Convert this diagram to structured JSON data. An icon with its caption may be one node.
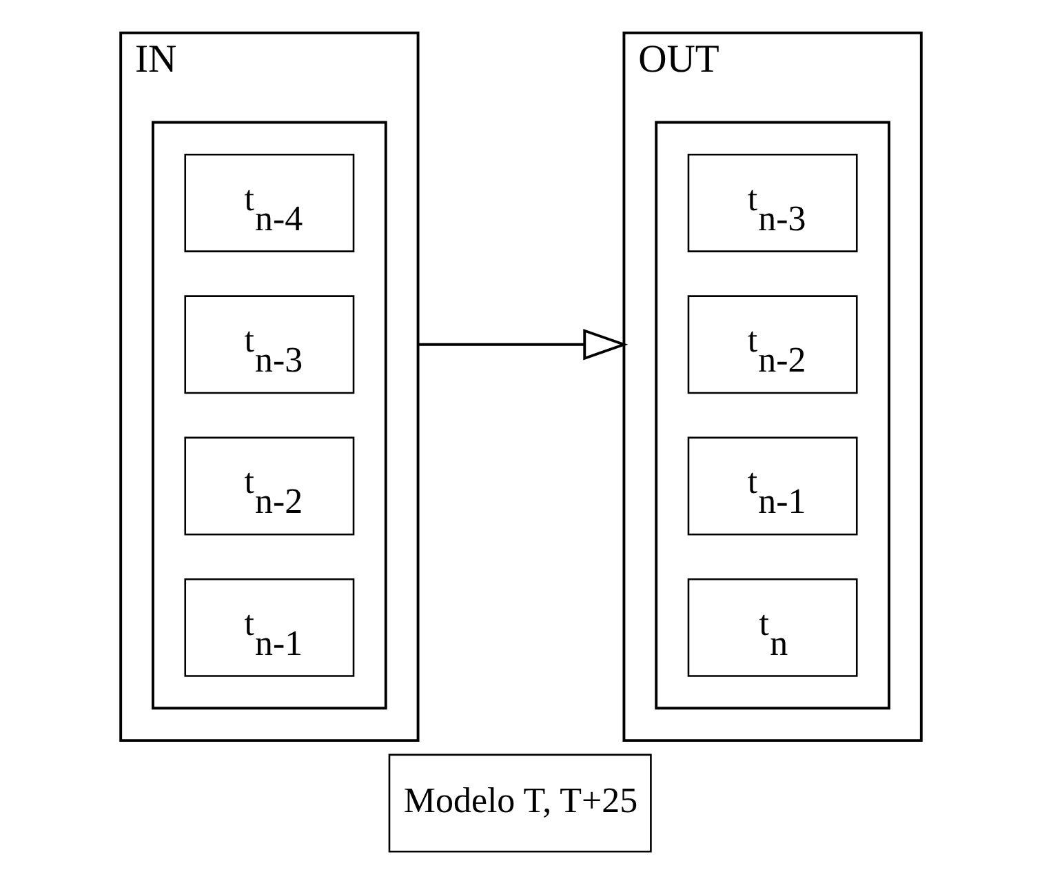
{
  "diagram": {
    "nodes": [
      {
        "text": [
          "IN"
        ]
      },
      {
        "text": [],
        "shape": "box",
        "in": 0
      },
      {
        "text": [
          "t$_{n-4}$"
        ],
        "in": 1
      },
      {
        "text": [
          "t$_{n-3}$"
        ],
        "in": 1
      },
      {
        "text": [
          "t$_{n-2}$"
        ],
        "in": 1
      },
      {
        "text": [
          "t$_{n-1}$"
        ],
        "in": 1
      },
      {
        "text": [
          "OUT"
        ]
      },
      {
        "text": [],
        "shape": "box",
        "in": 6
      },
      {
        "text": [
          "t$_{n-3}$"
        ],
        "in": 7
      },
      {
        "text": [
          "t$_{n-2}$"
        ],
        "in": 7
      },
      {
        "text": [
          "t$_{n-1}$"
        ],
        "in": 7
      },
      {
        "text": [
          "t$_{n}$"
        ],
        "in": 7
      },
      {
        "text": [
          "Modelo T, T+25"
        ]
      }
    ],
    "edges": [
      {
        "from": 0,
        "to": 6,
        "arrow": "to"
      }
    ]
  }
}
